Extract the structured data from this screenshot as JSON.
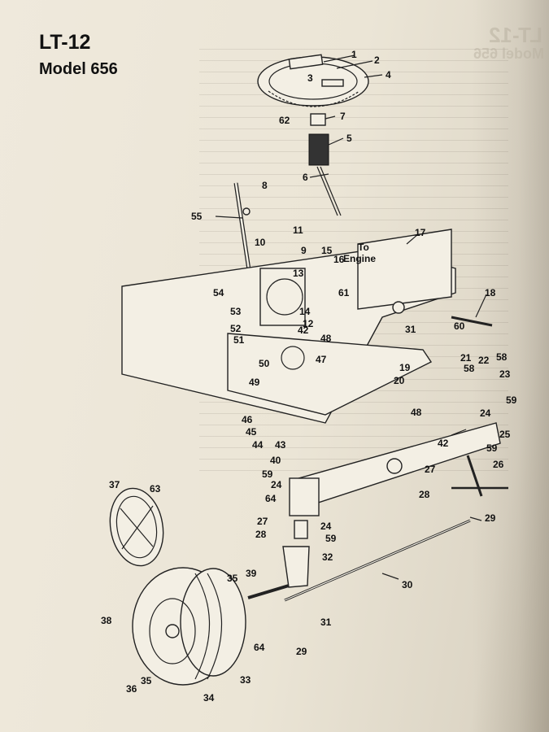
{
  "header": {
    "title": "LT-12",
    "subtitle": "Model 656"
  },
  "annotation": {
    "to_engine_line1": "To",
    "to_engine_line2": "Engine"
  },
  "callouts": [
    "1",
    "2",
    "3",
    "4",
    "62",
    "7",
    "5",
    "6",
    "8",
    "55",
    "11",
    "10",
    "9",
    "15",
    "16",
    "13",
    "61",
    "17",
    "54",
    "53",
    "52",
    "51",
    "14",
    "12",
    "42",
    "48",
    "47",
    "50",
    "49",
    "18",
    "60",
    "31",
    "19",
    "20",
    "21",
    "22",
    "58",
    "23",
    "58",
    "59",
    "48",
    "24",
    "25",
    "42",
    "46",
    "45",
    "44",
    "43",
    "40",
    "59",
    "24",
    "27",
    "26",
    "28",
    "59",
    "64",
    "29",
    "37",
    "63",
    "27",
    "24",
    "28",
    "59",
    "32",
    "30",
    "35",
    "39",
    "31",
    "38",
    "64",
    "29",
    "35",
    "36",
    "34",
    "33"
  ],
  "colors": {
    "paper": "#ebe5d6",
    "ink": "#222222"
  }
}
